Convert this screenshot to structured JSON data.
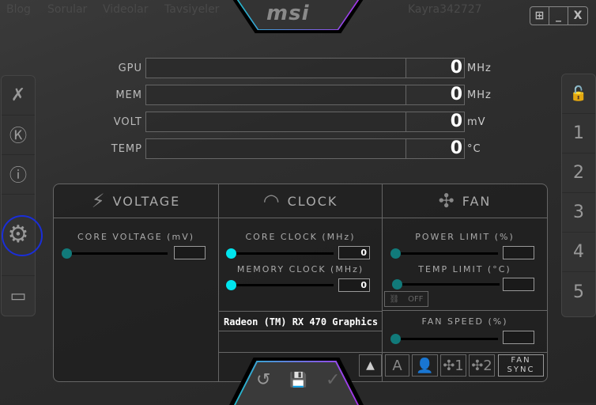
{
  "background_browser": {
    "items": [
      "Blog",
      "Sorular",
      "Videolar",
      "Tavsiyeler",
      "Kayra342727"
    ]
  },
  "header": {
    "logo": "msi",
    "window_buttons": [
      "⊞",
      "_",
      "X"
    ]
  },
  "left_sidebar": [
    {
      "icon": "oc-scanner-icon",
      "glyph": "✗"
    },
    {
      "icon": "kombustor-icon",
      "glyph": "Ⓚ"
    },
    {
      "icon": "info-icon",
      "glyph": "ⓘ"
    },
    {
      "icon": "settings-icon",
      "glyph": "⚙"
    },
    {
      "icon": "monitor-icon",
      "glyph": "▭"
    }
  ],
  "right_sidebar": {
    "lock_glyph": "🔓",
    "profiles": [
      "1",
      "2",
      "3",
      "4",
      "5"
    ]
  },
  "monitors": [
    {
      "label": "GPU",
      "value": "0",
      "unit": "MHz"
    },
    {
      "label": "MEM",
      "value": "0",
      "unit": "MHz"
    },
    {
      "label": "VOLT",
      "value": "0",
      "unit": "mV"
    },
    {
      "label": "TEMP",
      "value": "0",
      "unit": "°C"
    }
  ],
  "voltage": {
    "title": "VOLTAGE",
    "core_voltage_label": "CORE VOLTAGE  (mV)",
    "core_voltage_value": ""
  },
  "clock": {
    "title": "CLOCK",
    "core_label": "CORE CLOCK (MHz)",
    "core_value": "0",
    "memory_label": "MEMORY CLOCK (MHz)",
    "memory_value": "0",
    "gpu_name": "Radeon (TM) RX 470 Graphics"
  },
  "fan": {
    "title": "FAN",
    "power_limit_label": "POWER LIMIT (%)",
    "power_limit_value": "",
    "temp_limit_label": "TEMP LIMIT (°C)",
    "temp_limit_value": "",
    "link_state": "OFF",
    "fan_speed_label": "FAN SPEED (%)",
    "fan_speed_value": "",
    "buttons": [
      "A",
      "👤",
      "✣1",
      "✣2"
    ],
    "fan_sync": "FAN SYNC"
  },
  "bottom": {
    "reset": "↺",
    "save": "💾",
    "apply": "✓",
    "expand": "▲"
  },
  "colors": {
    "accent": "#00e5ee",
    "knob_dim": "#117a7a"
  }
}
